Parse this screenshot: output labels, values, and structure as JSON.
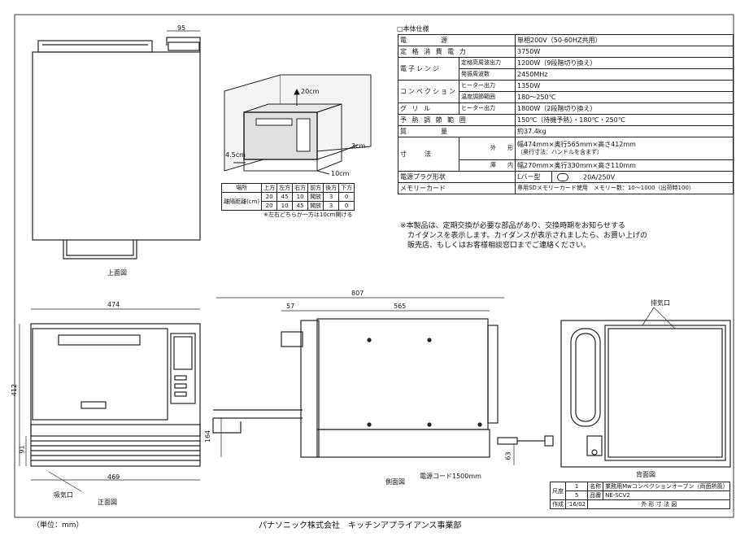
{
  "spec": {
    "title": "□本体仕様",
    "rows": {
      "power": {
        "key": "電　　　　源",
        "value": "単相200V（50-60HZ共用）"
      },
      "consumption": {
        "key": "定 格 消 費 電 力",
        "value": "3750W"
      },
      "microwave": {
        "key": "電子レンジ",
        "sub1": "定格高周波出力",
        "val1": "1200W（9段階切り換え）",
        "sub2": "発振周波数",
        "val2": "2450MHz"
      },
      "convection": {
        "key": "コンベクション",
        "sub1": "ヒーター出力",
        "val1": "1350W",
        "sub2": "温度調節範囲",
        "val2": "180～250℃"
      },
      "grill": {
        "key": "グ リ ル",
        "sub1": "ヒーター出力",
        "val1": "1800W（2段階切り換え）"
      },
      "preheat": {
        "key": "予 熱 調 節 範 囲",
        "value": "150℃（待機予熱）・180℃・250℃"
      },
      "mass": {
        "key": "質　　　　量",
        "value": "約37.4kg"
      },
      "dimensions": {
        "key": "寸　　法",
        "sub1": "外　　形",
        "val1": "幅474mm×奥行565mm×高さ412mm",
        "val1b": "（奥行寸法：ハンドルを含まず）",
        "sub2": "庫　　内",
        "val2": "幅270mm×奥行330mm×高さ110mm"
      },
      "plug": {
        "key": "電源プラグ形状",
        "value_a": "Lバー型",
        "value_b": "20A/250V"
      },
      "memory": {
        "key": "メモリーカード",
        "value": "専用SDメモリーカード使用　メモリー数：10～1000（出荷時100）"
      }
    }
  },
  "note": {
    "lines": [
      "※本製品は、定期交換が必要な部品があり、交換時期をお知らせする",
      "　カイダンスを表示します。カイダンスが表示されましたら、お買い上げの",
      "　販売店、もしくはお客様相談窓口までご連絡ください。"
    ]
  },
  "install": {
    "labels": {
      "front": "20cm",
      "right": "3cm",
      "left": "4.5cm",
      "bottom": "10cm"
    },
    "headers": [
      "場所",
      "上方",
      "左方",
      "右方",
      "前方",
      "後方",
      "下方"
    ],
    "rows": [
      [
        "離隔距離(cm)",
        "20",
        "45",
        "10",
        "開放",
        "3",
        "0"
      ],
      [
        "",
        "20",
        "10",
        "45",
        "開放",
        "3",
        "0"
      ]
    ],
    "note": "※左右どちらか一方は10cm開ける"
  },
  "views": {
    "top": {
      "label": "上面図",
      "dim_95": "95"
    },
    "front": {
      "label": "正面図",
      "dim_474": "474",
      "dim_412": "412",
      "dim_91": "91",
      "dim_469": "469",
      "exhaust_label": "吸気口"
    },
    "side": {
      "label": "側面図",
      "dim_807": "807",
      "dim_57": "57",
      "dim_565": "565",
      "dim_164": "164",
      "dim_63": "63",
      "cord_label": "電源コード1500mm"
    },
    "back": {
      "label": "背面図",
      "exhaust_label": "排気口"
    }
  },
  "title_block": {
    "sheet_label": "尺度",
    "sheet_num": "1",
    "sheet_den": "5",
    "name_label": "名称",
    "name_value": "業務用Mwコンベクションオーブン（両面熱風）",
    "model_label": "品番",
    "model_value": "NE-SCV2",
    "made_label": "作成",
    "date": "'16/02",
    "drawing_label": "外 形 寸 法 図"
  },
  "footer": {
    "unit": "（単位：mm）",
    "company": "パナソニック株式会社　キッチンアプライアンス事業部"
  }
}
